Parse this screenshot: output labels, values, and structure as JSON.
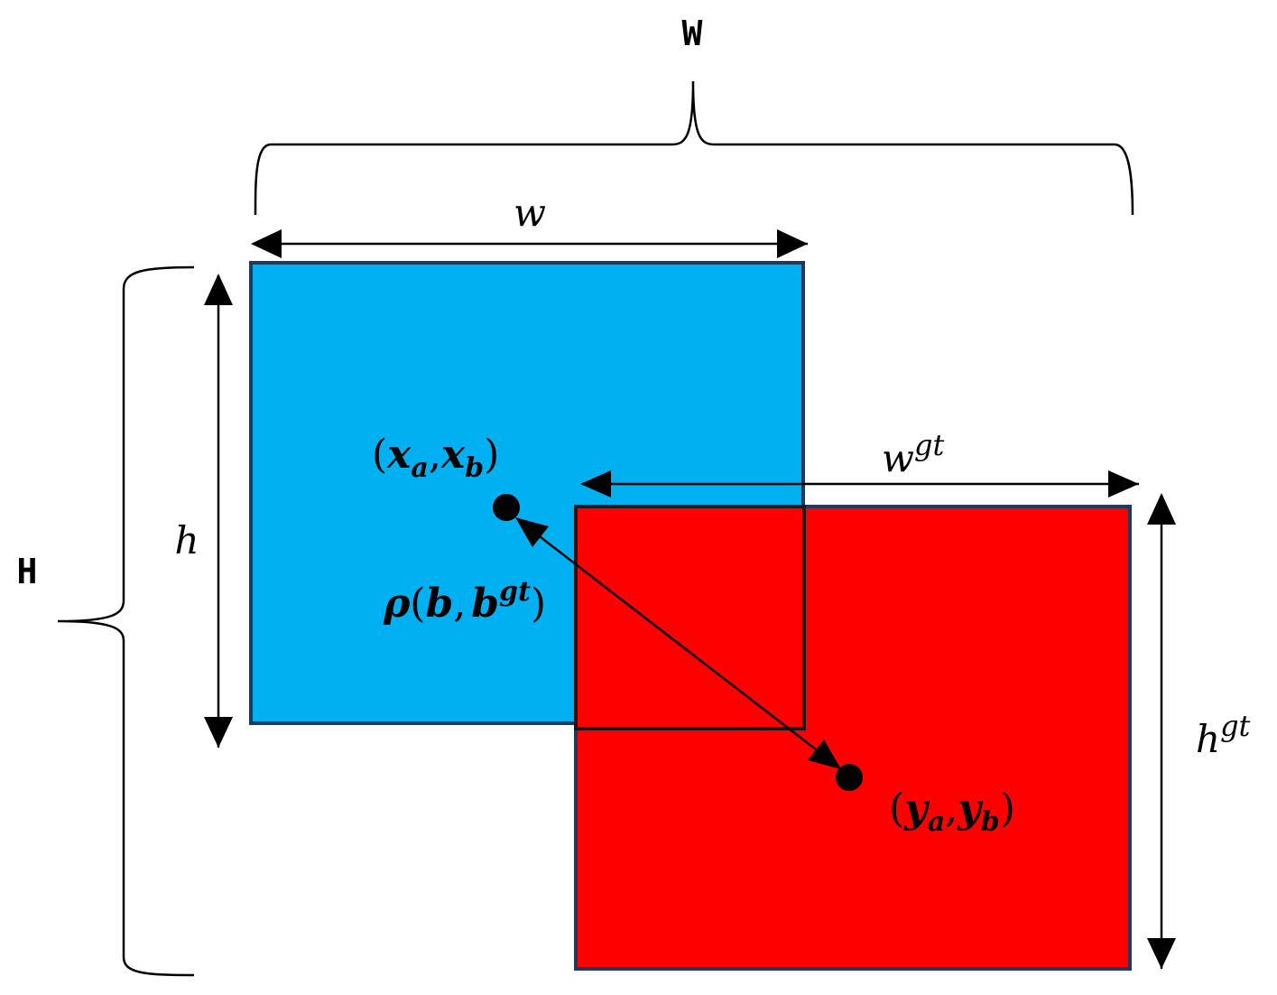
{
  "labels": {
    "outer_width": "W",
    "outer_height": "H",
    "pred_width": "w",
    "pred_height": "h",
    "gt_width_base": "w",
    "gt_width_sup": "gt",
    "gt_height_base": "h",
    "gt_height_sup": "gt",
    "pred_center_open": "(",
    "pred_center_x": "x",
    "pred_center_x_sub": "a",
    "pred_center_comma": ",",
    "pred_center_y": "x",
    "pred_center_y_sub": "b",
    "pred_center_close": ")",
    "gt_center_open": "(",
    "gt_center_x": "y",
    "gt_center_x_sub": "a",
    "gt_center_comma": ",",
    "gt_center_y": "y",
    "gt_center_y_sub": "b",
    "gt_center_close": ")",
    "distance_prefix": "ρ",
    "distance_open": "(",
    "distance_b": "b",
    "distance_comma": ",",
    "distance_bgt": "b",
    "distance_sup": "gt",
    "distance_close": ")"
  },
  "colors": {
    "pred_box": "#00b0f0",
    "gt_box": "#ff0000",
    "box_border": "#1f3a60",
    "line": "#000000"
  }
}
